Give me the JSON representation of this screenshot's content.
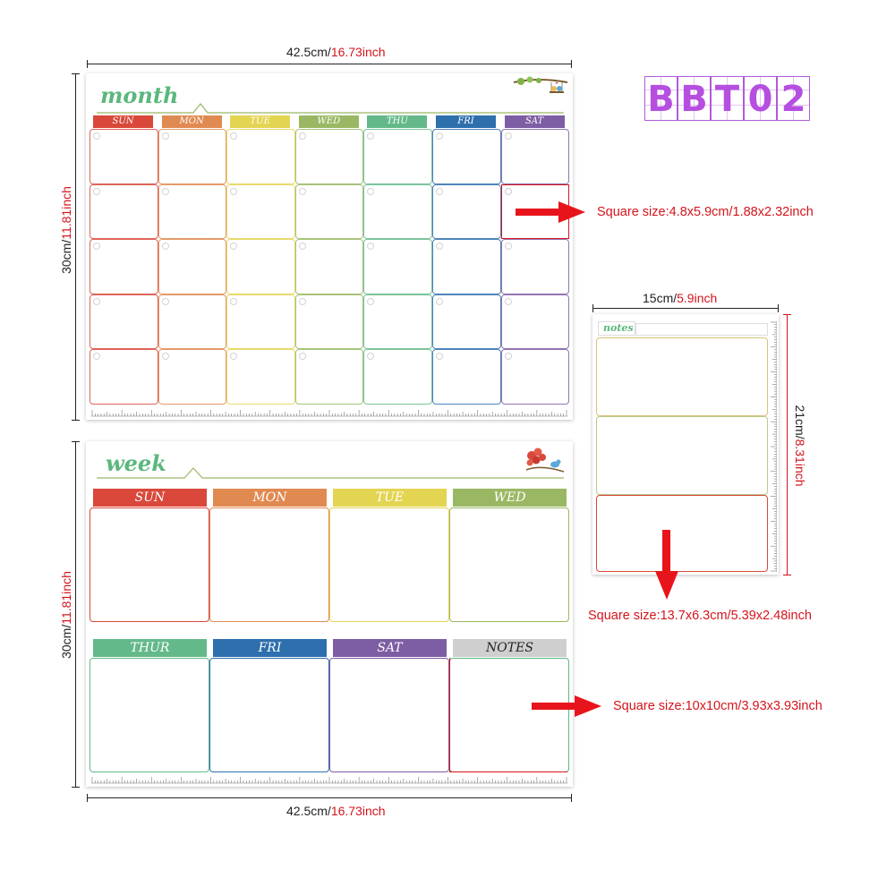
{
  "product_code": "BBT02",
  "dims": {
    "month_width": {
      "cm": "42.5cm/",
      "inch": "16.73inch"
    },
    "month_height": {
      "cm": "30cm/",
      "inch": "11.81inch"
    },
    "week_height": {
      "cm": "30cm/",
      "inch": "11.81inch"
    },
    "week_width": {
      "cm": "42.5cm/",
      "inch": "16.73inch"
    },
    "notes_width": {
      "cm": "15cm/",
      "inch": "5.9inch"
    },
    "notes_height": {
      "cm": "21cm/",
      "inch": "8.31inch"
    }
  },
  "callouts": {
    "month_square": "Square size:4.8x5.9cm/1.88x2.32inch",
    "notes_square": "Square size:13.7x6.3cm/5.39x2.48inch",
    "week_square": "Square size:10x10cm/3.93x3.93inch"
  },
  "month": {
    "title": "month",
    "days": [
      {
        "label": "SUN",
        "color": "#d9483b"
      },
      {
        "label": "MON",
        "color": "#e08a52"
      },
      {
        "label": "TUE",
        "color": "#e3d452"
      },
      {
        "label": "WED",
        "color": "#9ab864"
      },
      {
        "label": "THU",
        "color": "#64b98a"
      },
      {
        "label": "FRI",
        "color": "#2e6fad"
      },
      {
        "label": "SAT",
        "color": "#7d5da3"
      }
    ]
  },
  "week": {
    "title": "week",
    "top_days": [
      {
        "label": "SUN",
        "color": "#d9483b"
      },
      {
        "label": "MON",
        "color": "#e08a52"
      },
      {
        "label": "TUE",
        "color": "#e3d452"
      },
      {
        "label": "WED",
        "color": "#9ab864"
      }
    ],
    "bottom_days": [
      {
        "label": "THUR",
        "color": "#64b98a"
      },
      {
        "label": "FRI",
        "color": "#2e6fad"
      },
      {
        "label": "SAT",
        "color": "#7d5da3"
      },
      {
        "label": "NOTES",
        "color": "#cfcfcf"
      }
    ]
  },
  "notes": {
    "title": "notes"
  },
  "colors": {
    "accent_red": "#d4141c",
    "brand_purple": "#b64fe0",
    "script_green": "#5bb77d"
  }
}
